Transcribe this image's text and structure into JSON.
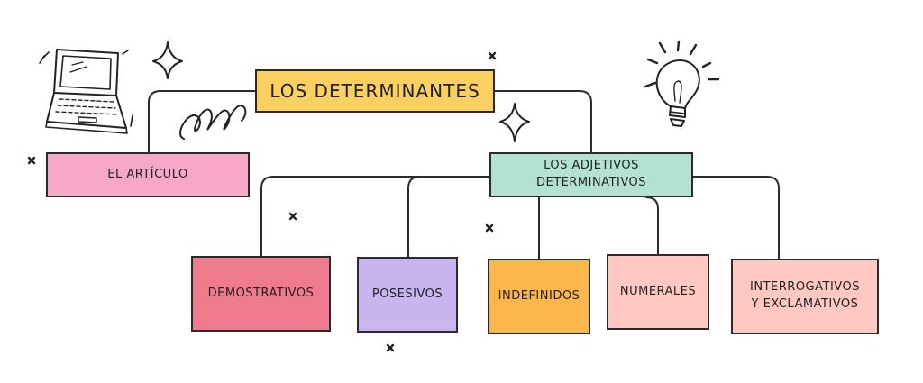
{
  "title": "LOS DETERMINANTES",
  "nodes": {
    "articulo": "EL ARTÍCULO",
    "adjetivos": "LOS ADJETIVOS\nDETERMINATIVOS",
    "demostrativos": "DEMOSTRATIVOS",
    "posesivos": "POSESIVOS",
    "indefinidos": "INDEFINIDOS",
    "numerales": "NUMERALES",
    "interrogativos": "INTERROGATIVOS\nY EXCLAMATIVOS"
  },
  "colors": {
    "title": "#fcd060",
    "articulo": "#f7a8c8",
    "adjetivos": "#b4e2d0",
    "demostrativos": "#ef7b8e",
    "posesivos": "#c8b4ee",
    "indefinidos": "#fbb64c",
    "numerales": "#ffc8c0",
    "interrogativos": "#ffc8c0",
    "line": "#2b2b2b"
  },
  "icons": [
    "laptop-icon",
    "lightbulb-icon",
    "sparkle-icon",
    "spring-doodle-icon",
    "star-mark-icon"
  ]
}
